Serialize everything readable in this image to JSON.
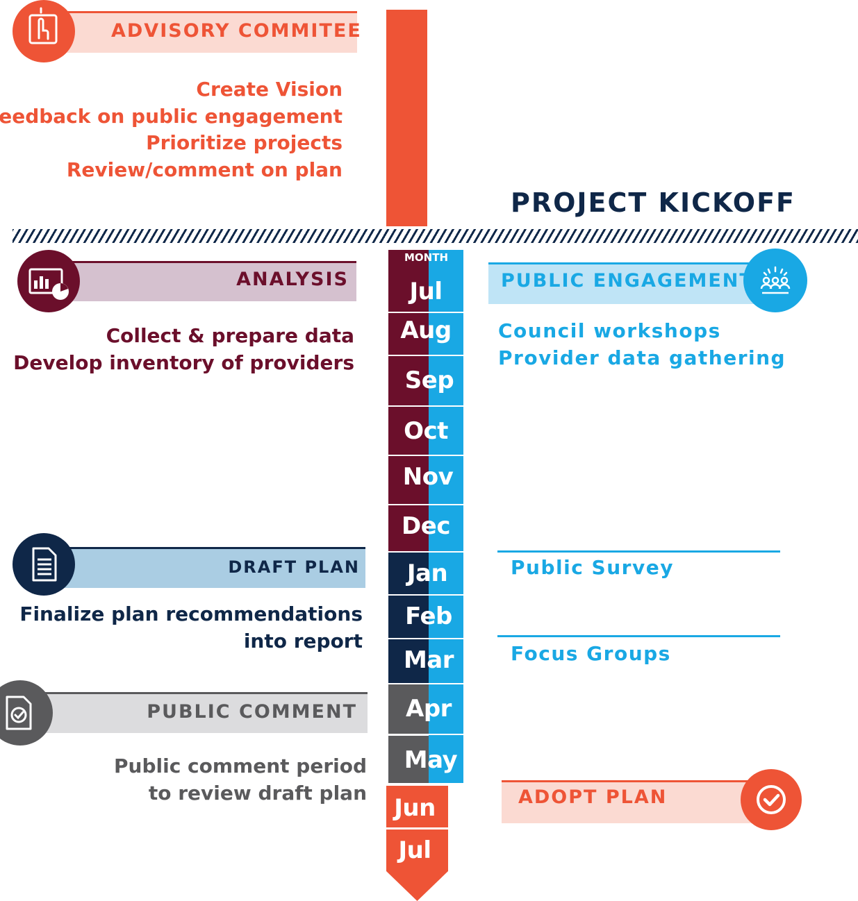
{
  "advisory": {
    "title": "ADVISORY COMMITEE",
    "icon": "hand-touch-icon",
    "items": [
      "Create Vision",
      "Feedback on public engagement",
      "Prioritize projects",
      "Review/comment on plan"
    ]
  },
  "kickoff": "PROJECT KICKOFF",
  "analysis": {
    "title": "ANALYSIS",
    "icon": "chart-dashboard-icon",
    "items": [
      "Collect & prepare data",
      "Develop inventory of providers"
    ]
  },
  "draft": {
    "title": "DRAFT PLAN",
    "icon": "document-icon",
    "items": [
      "Finalize plan recommendations",
      "into report"
    ]
  },
  "comment": {
    "title": "PUBLIC COMMENT",
    "icon": "document-check-icon",
    "items": [
      "Public comment period",
      "to review draft plan"
    ]
  },
  "engagement": {
    "title": "PUBLIC ENGAGEMENT",
    "icon": "crowd-icon",
    "items": [
      "Council workshops",
      "Provider data gathering"
    ],
    "survey": "Public Survey",
    "focus": "Focus Groups"
  },
  "adopt": {
    "title": "ADOPT PLAN",
    "icon": "check-circle-icon"
  },
  "timeline": {
    "header": "MONTH",
    "months": [
      "Jul",
      "Aug",
      "Sep",
      "Oct",
      "Nov",
      "Dec",
      "Jan",
      "Feb",
      "Mar",
      "Apr",
      "May",
      "Jun",
      "Jul"
    ]
  },
  "colors": {
    "advisory": "#ee5436",
    "analysis": "#6b0f2b",
    "draft": "#0f2748",
    "comment": "#5a5a5c",
    "engagement": "#19a8e4",
    "adopt": "#ee5436"
  }
}
